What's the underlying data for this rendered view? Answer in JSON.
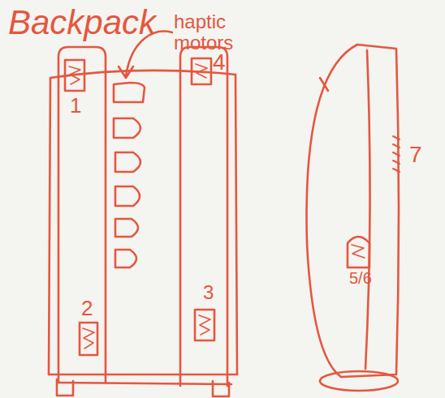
{
  "diagram": {
    "title": "Backpack",
    "labels": [
      "haptic motors",
      "1",
      "2",
      "4",
      "3",
      "5/6",
      "7"
    ]
  }
}
